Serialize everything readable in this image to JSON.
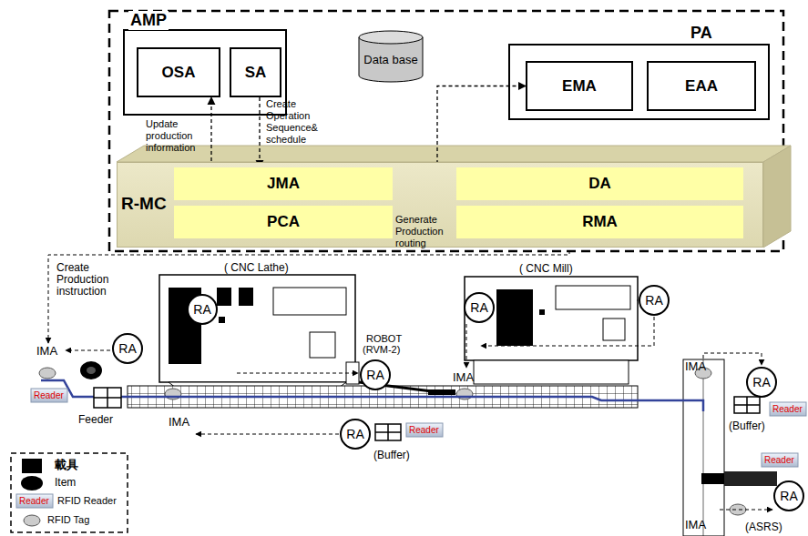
{
  "diagram": {
    "nodes": [
      {
        "text": [
          "AMP"
        ]
      },
      {
        "text": [
          "OSA"
        ],
        "in": 0
      },
      {
        "text": [
          "SA"
        ],
        "in": 0
      },
      {
        "text": [
          "Data base"
        ]
      },
      {
        "text": [
          "PA"
        ]
      },
      {
        "text": [
          "EMA"
        ],
        "in": 4
      },
      {
        "text": [
          "EAA"
        ],
        "in": 4
      },
      {
        "text": [
          "R-MC"
        ]
      },
      {
        "text": [
          "JMA"
        ],
        "in": 7
      },
      {
        "text": [
          "DA"
        ],
        "in": 7
      },
      {
        "text": [
          "PCA"
        ],
        "in": 7
      },
      {
        "text": [
          "RMA"
        ],
        "in": 7
      },
      {
        "text": [
          "RA"
        ]
      },
      {
        "text": [
          "RA"
        ]
      },
      {
        "text": [
          "RA"
        ]
      },
      {
        "text": [
          "RA"
        ]
      },
      {
        "text": [
          "RA"
        ]
      },
      {
        "text": [
          "RA"
        ]
      },
      {
        "text": [
          "RA"
        ]
      },
      {
        "text": [
          "RA"
        ]
      }
    ],
    "edges": [
      {
        "from": 8,
        "to": 1,
        "arrow": "to",
        "label": "Update production information"
      },
      {
        "from": 2,
        "to": 8,
        "arrow": "to",
        "label": "Create Operation Sequence& schedule"
      },
      {
        "from": 10,
        "to": 5,
        "arrow": "to"
      },
      {
        "from": 8,
        "to": 9,
        "arrow": "to"
      },
      {
        "from": 10,
        "to": 11,
        "arrow": "to",
        "label": "Generate Production routing"
      }
    ],
    "labels": [
      "Create Production instruction",
      "( CNC Lathe)",
      "( CNC Mill)",
      "ROBOT",
      "(RVM-2)",
      "IMA",
      "Reader",
      "Feeder",
      "IMA",
      "IMA",
      "(Buffer)",
      "Reader",
      "IMA",
      "(Buffer)",
      "Reader",
      "Reader",
      "IMA",
      "(ASRS)",
      "Reader"
    ],
    "legend": [
      {
        "text": "載具"
      },
      {
        "text": "Item"
      },
      {
        "text": "RFID Reader"
      },
      {
        "text": "RFID Tag"
      }
    ]
  }
}
